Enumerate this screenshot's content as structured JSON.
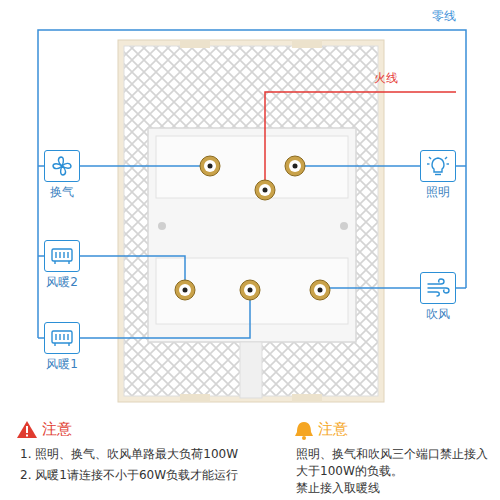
{
  "diagram": {
    "nodes": [
      {
        "text": [
          "换气"
        ]
      },
      {
        "text": [
          "照明"
        ]
      },
      {
        "text": [
          "风暖2"
        ]
      },
      {
        "text": [
          "吹风"
        ]
      },
      {
        "text": [
          "风暖1"
        ]
      }
    ],
    "labels": [
      "零线",
      "火线",
      "注意",
      "1. 照明、换气、吹风单路最大负荷100W",
      "2. 风暖1请连接不小于60W负载才能运行",
      "注意",
      "照明、换气和吹风三个端口禁止接入大于100W的负载。",
      "禁止接入取暖线"
    ]
  }
}
